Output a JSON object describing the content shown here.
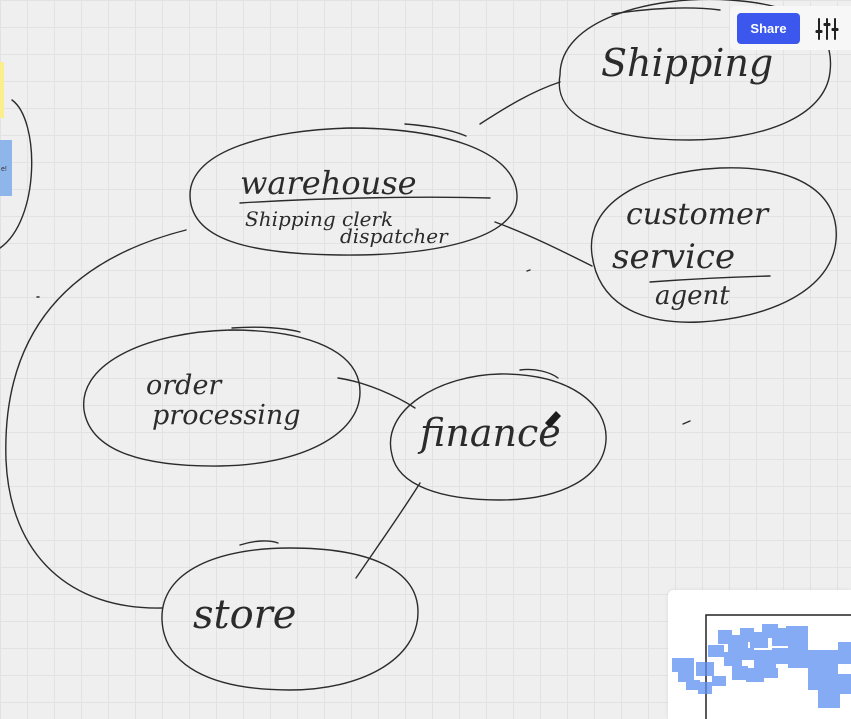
{
  "toolbar": {
    "share_label": "Share",
    "settings_icon": "sliders-icon",
    "share_color": "#3b57ee"
  },
  "board": {
    "nodes": [
      {
        "id": "shipping",
        "label": "Shipping"
      },
      {
        "id": "warehouse",
        "label": "warehouse",
        "subtitle_line1": "Shipping clerk",
        "subtitle_line2": "dispatcher"
      },
      {
        "id": "customer-service",
        "label_line1": "customer",
        "label_line2": "service",
        "subtitle": "agent"
      },
      {
        "id": "order-processing",
        "label_line1": "order",
        "label_line2": "processing"
      },
      {
        "id": "finance",
        "label": "finance"
      },
      {
        "id": "store",
        "label": "store"
      }
    ],
    "sticky_notes": [
      {
        "color": "#fbee8c",
        "text": ""
      },
      {
        "color": "#8fb6ea",
        "text": "e!"
      }
    ]
  },
  "minimap": {
    "accent": "#5b8ff0"
  }
}
